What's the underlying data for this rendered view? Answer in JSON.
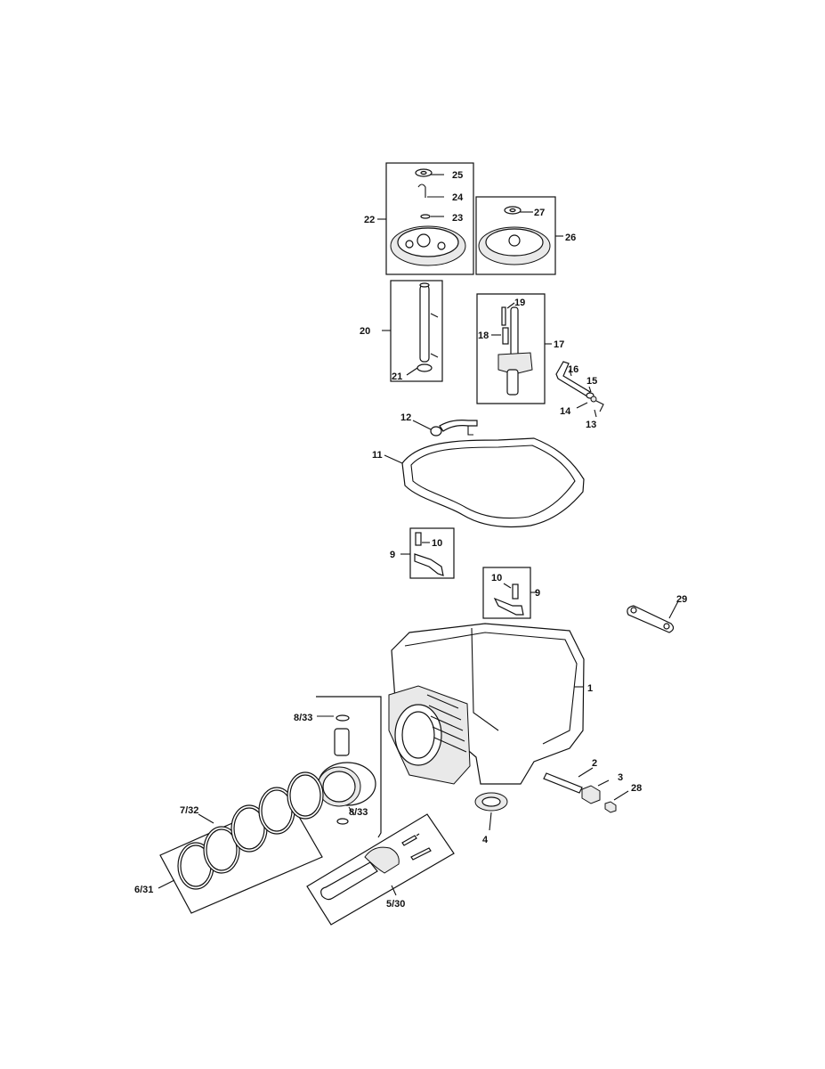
{
  "labels": {
    "p1": "1",
    "p2": "2",
    "p3": "3",
    "p4": "4",
    "p5_30": "5/30",
    "p6_31": "6/31",
    "p7_32": "7/32",
    "p8_33_top": "8/33",
    "p8_33_bottom": "8/33",
    "p9_left": "9",
    "p9_right": "9",
    "p10_left": "10",
    "p10_right": "10",
    "p11": "11",
    "p12": "12",
    "p13": "13",
    "p14": "14",
    "p15": "15",
    "p16": "16",
    "p17": "17",
    "p18": "18",
    "p19": "19",
    "p20": "20",
    "p21": "21",
    "p22": "22",
    "p23": "23",
    "p24": "24",
    "p25": "25",
    "p26": "26",
    "p27": "27",
    "p28": "28",
    "p29": "29"
  }
}
